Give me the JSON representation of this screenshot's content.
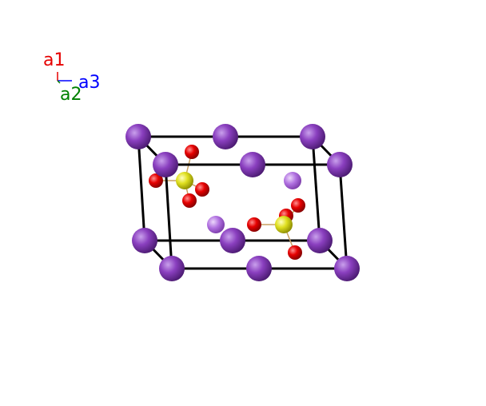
{
  "colors": {
    "background": "#ffffff",
    "cell_edge": "#000000",
    "na_atom": "#8a3fbf",
    "na_atom_light": "#b070e0",
    "s_atom": "#d8d826",
    "o_atom": "#e60000",
    "bond": "#c8a060",
    "a1": "#e60000",
    "a2": "#008000",
    "a3": "#0000ff"
  },
  "axes": {
    "a1": "a1",
    "a2": "a2",
    "a3": "a3"
  },
  "structure": {
    "elements": [
      "Na",
      "S",
      "O"
    ],
    "counts": {
      "Na_corner_edge": 12,
      "Na_interior": 2,
      "S": 2,
      "O": 8
    }
  }
}
